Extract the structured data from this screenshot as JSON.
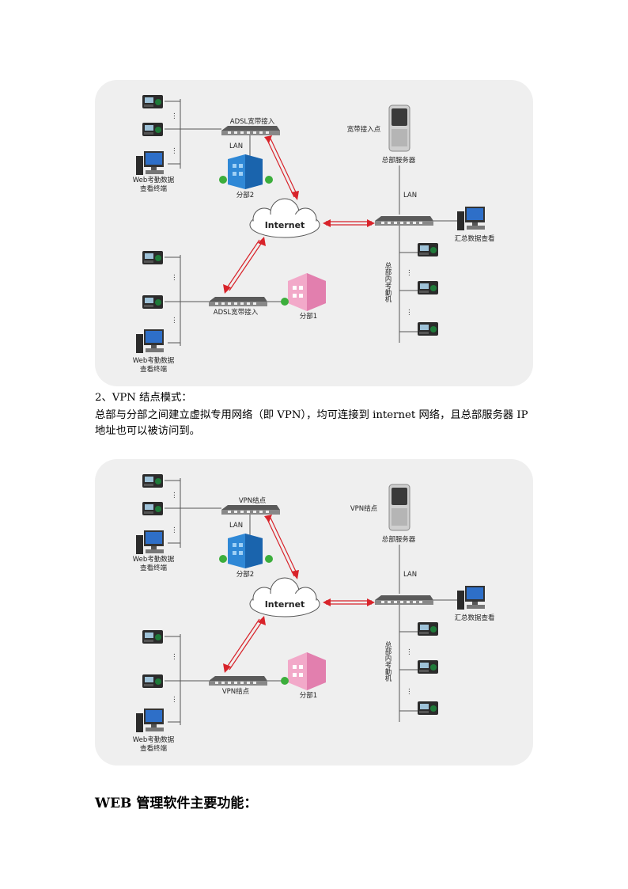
{
  "diagram_adsl": {
    "switch_top_label": "ADSL宽带接入",
    "switch_bottom_label": "ADSL宽带接入",
    "lan_top": "LAN",
    "branch2": "分部2",
    "branch1": "分部1",
    "web_terminal_line1": "Web考勤数据",
    "web_terminal_line2": "查看终端",
    "internet": "Internet",
    "hq_access_label": "宽带接入点",
    "hq_server_label": "总部服务器",
    "lan_hq": "LAN",
    "summary_label": "汇总数据查看",
    "hq_machines_label": "总部内考勤机"
  },
  "section2_title": "2、VPN 结点模式：",
  "section2_para_line1": "总部与分部之间建立虚拟专用网络（即 VPN），均可连接到 internet 网络，且总部服务器 IP",
  "section2_para_line2": "地址也可以被访问到。",
  "diagram_vpn": {
    "switch_top_label": "VPN结点",
    "switch_bottom_label": "VPN结点",
    "lan_top": "LAN",
    "branch2": "分部2",
    "branch1": "分部1",
    "web_terminal_line1": "Web考勤数据",
    "web_terminal_line2": "查看终端",
    "internet": "Internet",
    "hq_access_label": "VPN结点",
    "hq_server_label": "总部服务器",
    "lan_hq": "LAN",
    "summary_label": "汇总数据查看",
    "hq_machines_label": "总部内考勤机"
  },
  "heading_web": "WEB 管理软件主要功能："
}
